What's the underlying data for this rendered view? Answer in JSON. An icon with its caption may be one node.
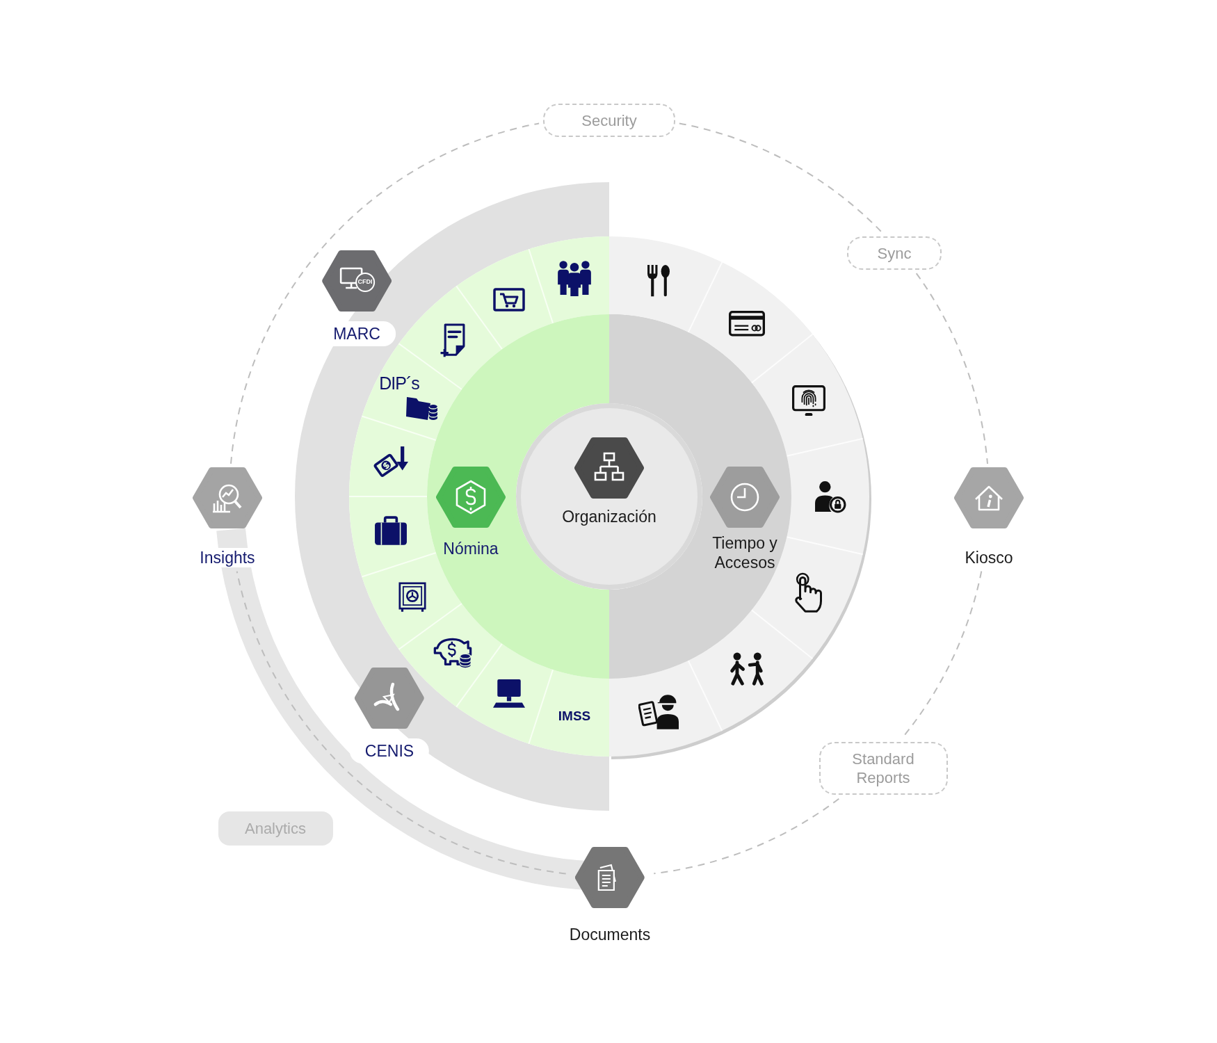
{
  "diagram": {
    "nodes": [
      {
        "text": [
          "Security"
        ]
      },
      {
        "text": [
          "Sync"
        ]
      },
      {
        "text": [
          "MARC"
        ]
      },
      {
        "text": [
          "Insights"
        ]
      },
      {
        "text": [
          "Nómina"
        ]
      },
      {
        "text": [
          "Organización"
        ]
      },
      {
        "text": [
          "Tiempo y Accesos"
        ]
      },
      {
        "text": [
          "Kiosco"
        ]
      },
      {
        "text": [
          "CENIS"
        ]
      },
      {
        "text": [
          "Standard Reports"
        ]
      },
      {
        "text": [
          "Analytics"
        ]
      },
      {
        "text": [
          "Documents"
        ]
      }
    ],
    "edges": [
      {
        "from": 0,
        "to": 1,
        "arrow": "none",
        "style": "dashed"
      },
      {
        "from": 1,
        "to": 7,
        "arrow": "none",
        "style": "dashed"
      },
      {
        "from": 7,
        "to": 9,
        "arrow": "none",
        "style": "dashed"
      },
      {
        "from": 9,
        "to": 11,
        "arrow": "none",
        "style": "dashed"
      },
      {
        "from": 11,
        "to": 3,
        "arrow": "none",
        "style": "dashed"
      },
      {
        "from": 3,
        "to": 0,
        "arrow": "none",
        "style": "dashed"
      }
    ],
    "labels": [
      "CFDI",
      "DIP´s",
      "IMSS"
    ]
  }
}
